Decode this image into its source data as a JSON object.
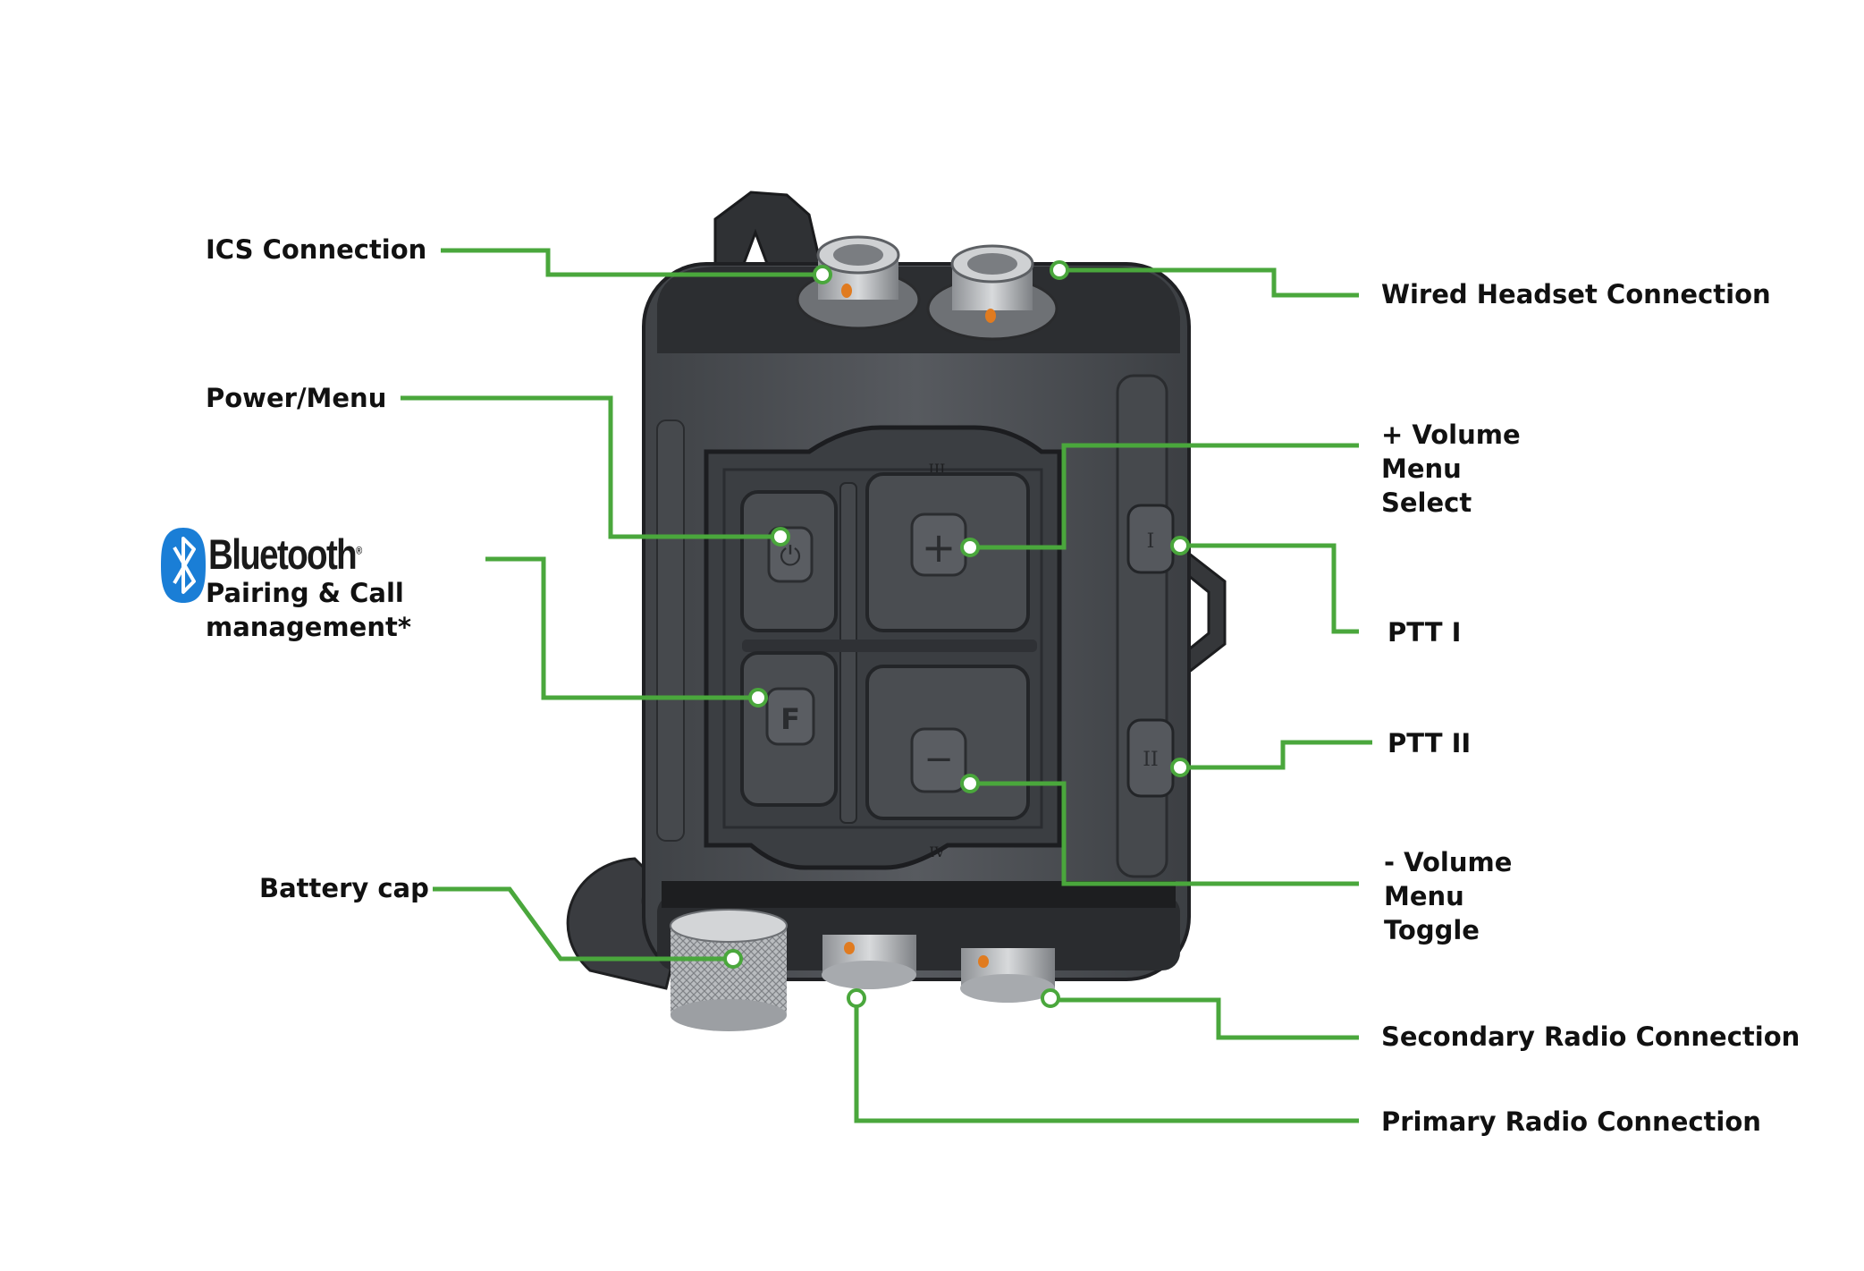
{
  "brand": {
    "bluetooth_wordmark": "Bluetooth",
    "registered_mark": "®",
    "bluetooth_color": "#1a7ed6"
  },
  "colors": {
    "leader": "#4aa73c",
    "device_body": "#4e5156",
    "device_dark": "#2c2e31"
  },
  "labels": {
    "ics": "ICS Connection",
    "power": "Power/Menu",
    "bt_line1": "Pairing & Call",
    "bt_line2": "management*",
    "battery": "Battery cap",
    "headset": "Wired Headset Connection",
    "vol_up_1": "+ Volume",
    "vol_up_2": "Menu",
    "vol_up_3": "Select",
    "ptt1": "PTT I",
    "ptt2": "PTT II",
    "vol_down_1": "- Volume",
    "vol_down_2": "Menu",
    "vol_down_3": "Toggle",
    "secondary": "Secondary Radio Connection",
    "primary": "Primary Radio Connection"
  },
  "device_markings": {
    "button_power": "⏻",
    "button_plus": "+",
    "button_f": "F",
    "button_minus": "−",
    "ptt1_mark": "I",
    "ptt2_mark": "II",
    "ring_top": "III",
    "ring_bottom": "IV"
  }
}
